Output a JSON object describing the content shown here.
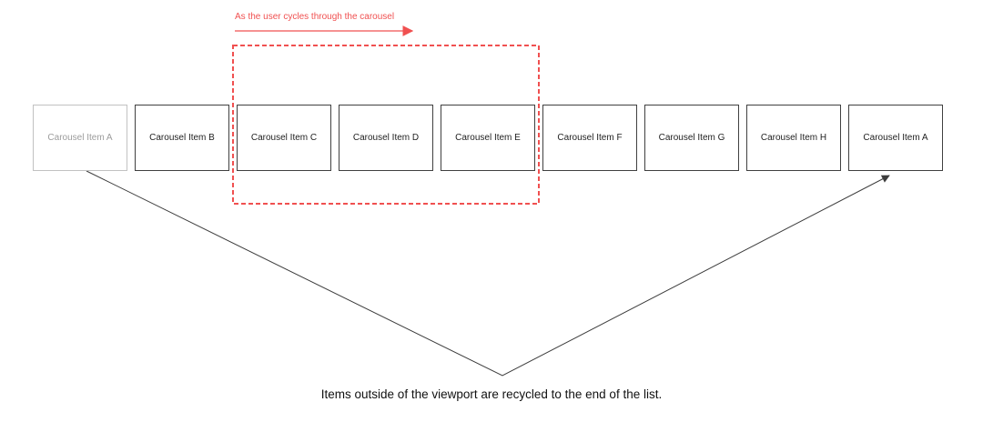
{
  "colors": {
    "accent_red": "#f05050",
    "line_dark": "#3c3c3c",
    "box_border": "#404040",
    "box_text": "#1f1f1f",
    "muted_border": "#c2c2c2",
    "muted_text": "#9c9c9c",
    "background": "#ffffff"
  },
  "annotations": {
    "cycle_label": "As the user cycles through the carousel",
    "recycle_caption": "Items outside of the viewport are recycled to the end of the list."
  },
  "icons": {
    "cycle_arrow": "right-arrow-icon",
    "recycle_arrow": "up-right-arrow-icon"
  },
  "carousel": {
    "items": [
      {
        "label": "Carousel Item A",
        "muted": true,
        "in_viewport": false
      },
      {
        "label": "Carousel Item B",
        "muted": false,
        "in_viewport": false
      },
      {
        "label": "Carousel Item C",
        "muted": false,
        "in_viewport": true
      },
      {
        "label": "Carousel Item D",
        "muted": false,
        "in_viewport": true
      },
      {
        "label": "Carousel Item E",
        "muted": false,
        "in_viewport": true
      },
      {
        "label": "Carousel Item F",
        "muted": false,
        "in_viewport": false
      },
      {
        "label": "Carousel Item G",
        "muted": false,
        "in_viewport": false
      },
      {
        "label": "Carousel Item H",
        "muted": false,
        "in_viewport": false
      },
      {
        "label": "Carousel Item A",
        "muted": false,
        "in_viewport": false
      }
    ]
  }
}
